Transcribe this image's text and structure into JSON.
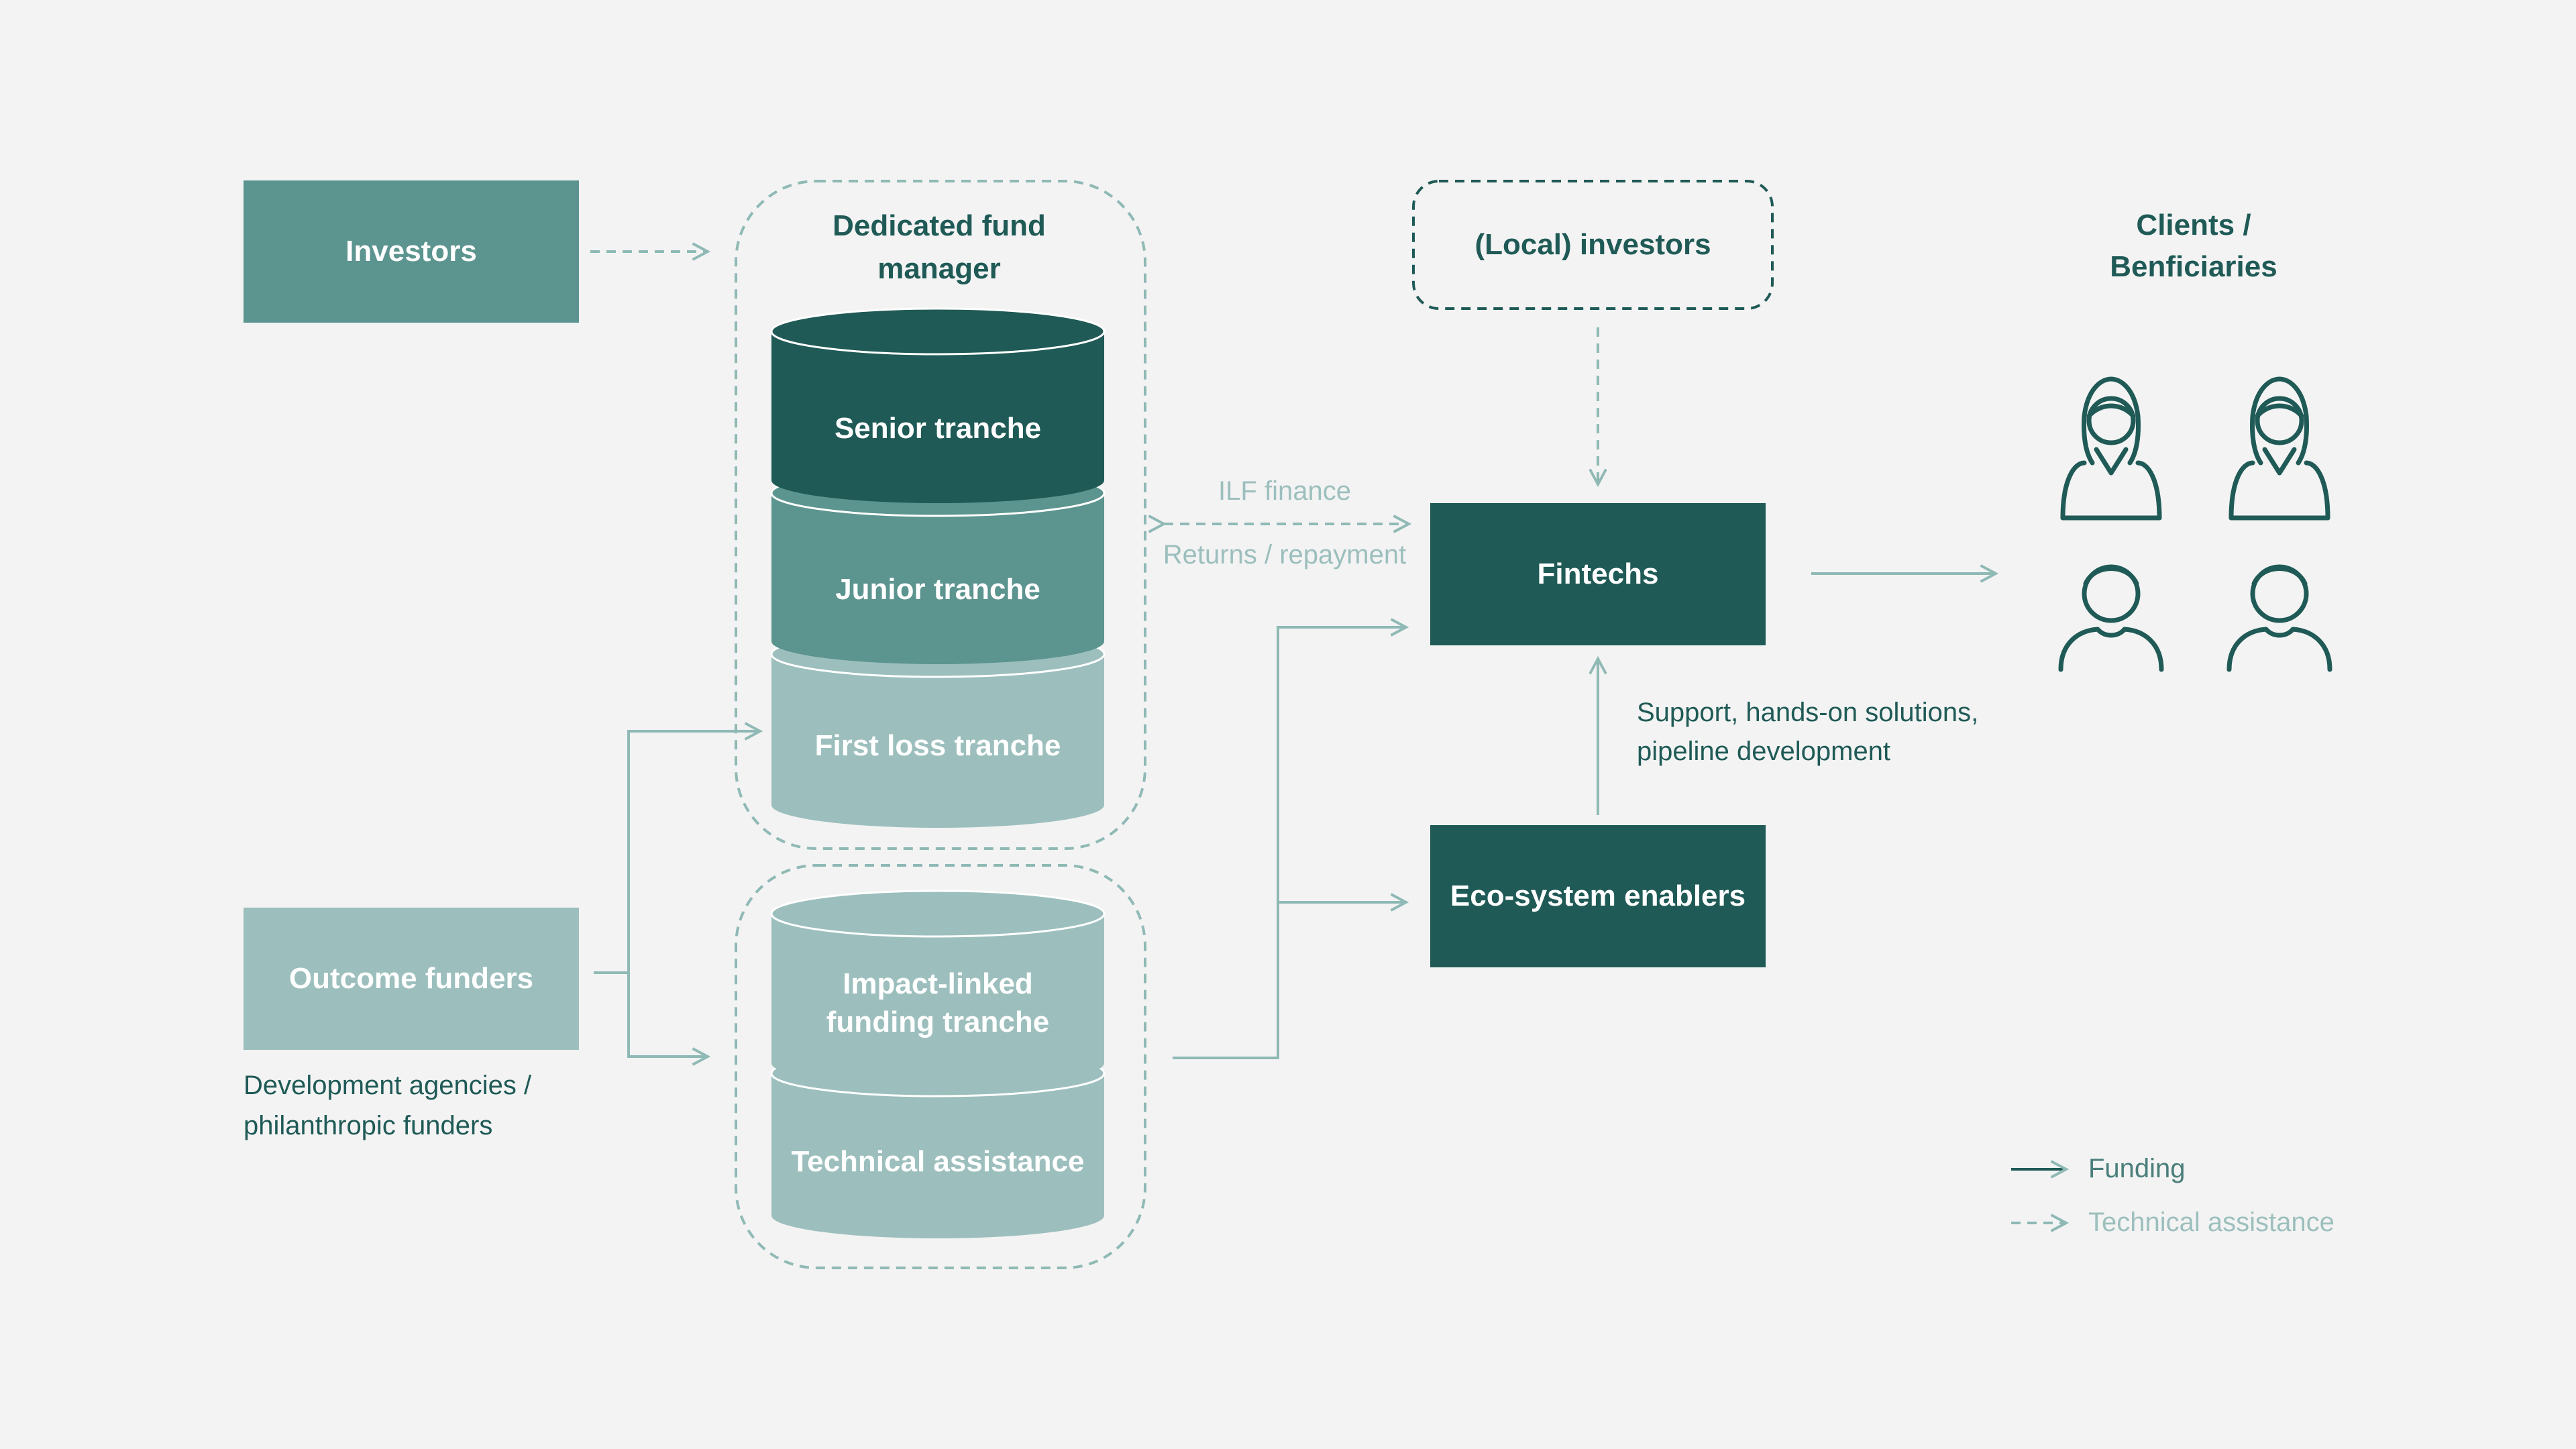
{
  "colors": {
    "background": "#f3f3f3",
    "dark_teal": "#1f5a56",
    "mid_teal": "#5c948f",
    "light_teal": "#9cbfbd",
    "line": "#8fb9b5"
  },
  "nodes": {
    "investors": "Investors",
    "fund_manager": "Dedicated fund manager",
    "local_investors": "(Local) investors",
    "clients": "Clients / Benficiaries",
    "fintechs": "Fintechs",
    "eco_enablers": "Eco-system enablers",
    "outcome_funders": "Outcome funders",
    "outcome_funders_sub": "Development agencies / philanthropic funders"
  },
  "tranches": {
    "senior": "Senior tranche",
    "junior": "Junior tranche",
    "first_loss": "First loss tranche",
    "impact_linked": "Impact-linked funding tranche",
    "technical_assistance": "Technical assistance"
  },
  "edge_labels": {
    "ilf_finance": "ILF finance",
    "returns": "Returns / repayment",
    "support": "Support, hands-on solutions, pipeline development"
  },
  "beneficiary_icons": [
    "woman-icon",
    "woman-icon",
    "man-icon",
    "man-icon"
  ],
  "legend": {
    "funding": "Funding",
    "technical_assistance": "Technical assistance"
  }
}
